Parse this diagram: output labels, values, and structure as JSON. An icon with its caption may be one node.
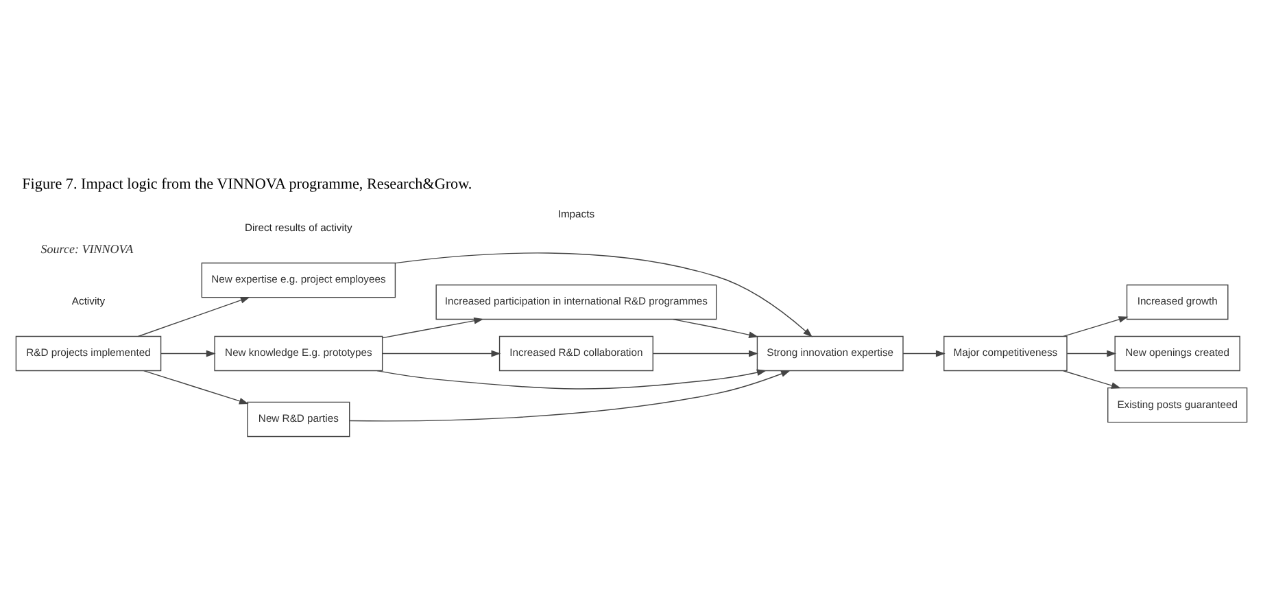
{
  "diagram": {
    "title": "Figure 7. Impact logic from the VINNOVA programme, Research&Grow.",
    "caption": "Source: VINNOVA",
    "nodes": [
      {
        "text": [
          "R&D projects implemented"
        ]
      },
      {
        "text": [
          "New expertise e.g. project employees"
        ]
      },
      {
        "text": [
          "New knowledge E.g. prototypes"
        ]
      },
      {
        "text": [
          "New R&D parties"
        ]
      },
      {
        "text": [
          "Increased participation in international R&D programmes"
        ]
      },
      {
        "text": [
          "Increased R&D collaboration"
        ]
      },
      {
        "text": [
          "Strong innovation expertise"
        ]
      },
      {
        "text": [
          "Major competitiveness"
        ]
      },
      {
        "text": [
          "Increased growth"
        ]
      },
      {
        "text": [
          "New openings created"
        ]
      },
      {
        "text": [
          "Existing posts guaranteed"
        ]
      }
    ],
    "edges": [
      {
        "from": 0,
        "to": 1,
        "arrow": "to"
      },
      {
        "from": 0,
        "to": 2,
        "arrow": "to"
      },
      {
        "from": 0,
        "to": 3,
        "arrow": "to"
      },
      {
        "from": 1,
        "to": 6,
        "arrow": "to"
      },
      {
        "from": 2,
        "to": 4,
        "arrow": "to"
      },
      {
        "from": 2,
        "to": 6,
        "arrow": "to"
      },
      {
        "from": 2,
        "to": 5,
        "arrow": "to"
      },
      {
        "from": 3,
        "to": 6,
        "arrow": "to"
      },
      {
        "from": 4,
        "to": 6,
        "arrow": "to"
      },
      {
        "from": 5,
        "to": 6,
        "arrow": "to"
      },
      {
        "from": 6,
        "to": 7,
        "arrow": "to"
      },
      {
        "from": 7,
        "to": 8,
        "arrow": "to"
      },
      {
        "from": 7,
        "to": 9,
        "arrow": "to"
      },
      {
        "from": 7,
        "to": 10,
        "arrow": "to"
      }
    ],
    "labels": [
      "Activity",
      "Direct results of activity",
      "Impacts"
    ]
  }
}
